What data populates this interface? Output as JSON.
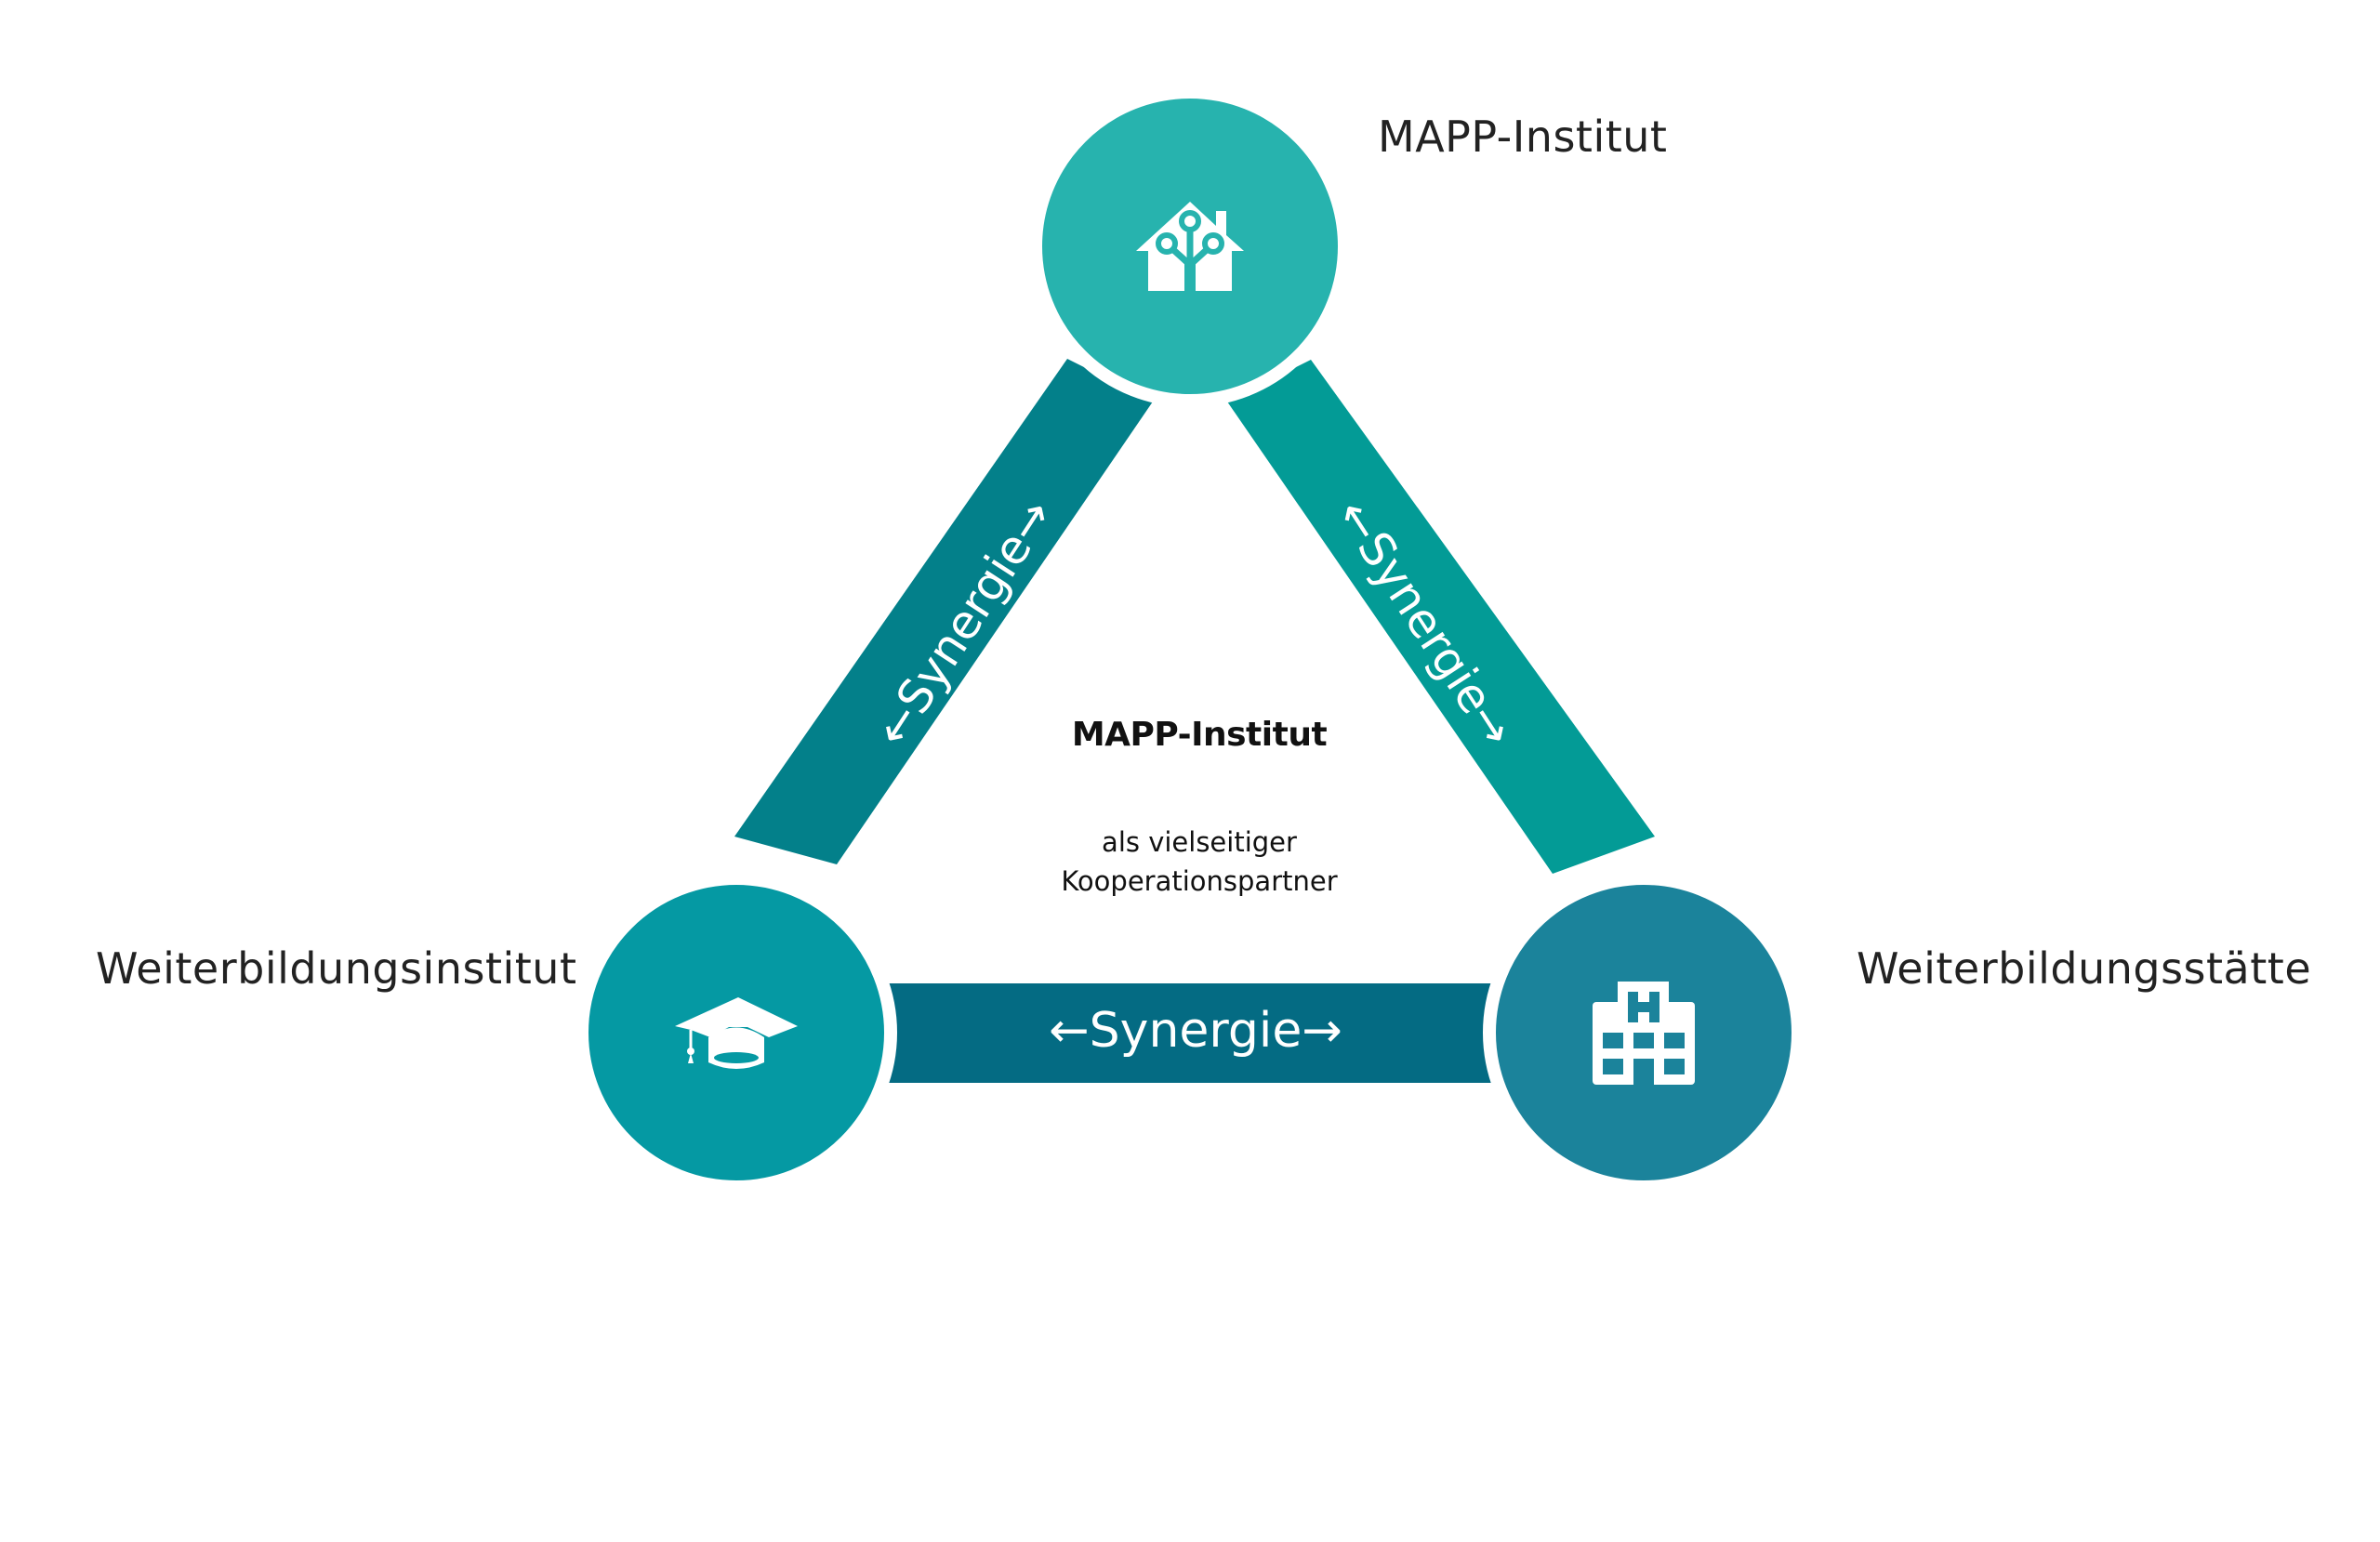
{
  "diagram": {
    "type": "triangle-cooperation",
    "nodes": [
      {
        "id": "top",
        "label": "MAPP-Institut",
        "icon": "smart-home-icon",
        "color": "#27b3ae"
      },
      {
        "id": "left",
        "label": "Weiterbildungsinstitut",
        "icon": "graduation-cap-icon",
        "color": "#0599a3"
      },
      {
        "id": "right",
        "label": "Weiterbildungsstätte",
        "icon": "hospital-building-icon",
        "color": "#1b839b"
      }
    ],
    "edges": [
      {
        "from": "left",
        "to": "top",
        "label": "←Synergie→",
        "color": "#03808a"
      },
      {
        "from": "top",
        "to": "right",
        "label": "←Synergie→",
        "color": "#039b96"
      },
      {
        "from": "left",
        "to": "right",
        "label": "←Synergie→",
        "color": "#046b83"
      }
    ],
    "center": {
      "title": "MAPP-Institut",
      "subtitle_line1": "als vielseitiger",
      "subtitle_line2": "Kooperationspartner"
    }
  }
}
